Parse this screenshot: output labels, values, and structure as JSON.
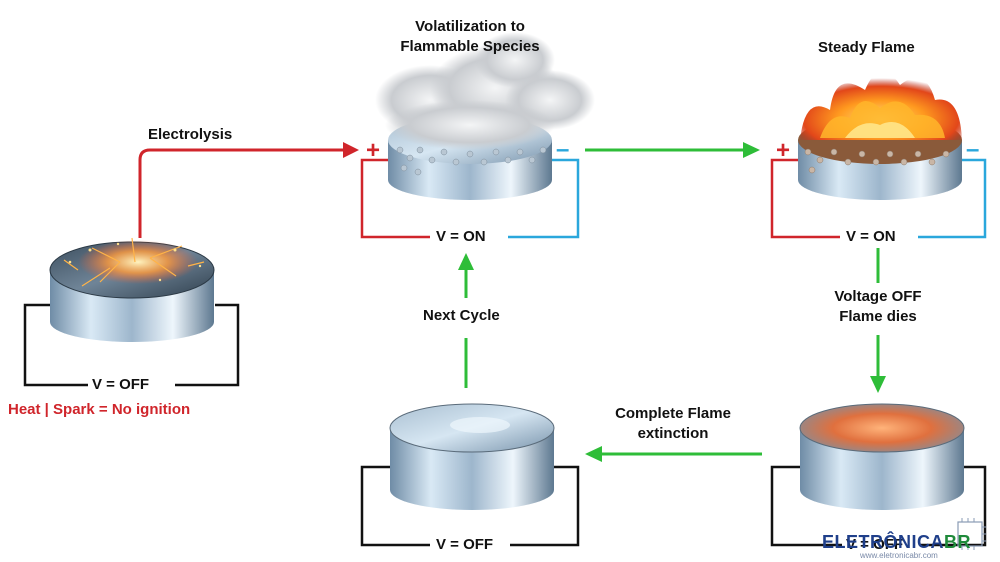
{
  "colors": {
    "positive": "#d0252b",
    "negative": "#2aa7dc",
    "flow_arrow": "#2ebd38",
    "electrolysis_arrow": "#d0252b"
  },
  "labels": {
    "electrolysis": "Electrolysis",
    "volatilization_line1": "Volatilization to",
    "volatilization_line2": "Flammable Species",
    "steady_flame": "Steady Flame",
    "voltage_off_line1": "Voltage OFF",
    "voltage_off_line2": "Flame dies",
    "complete_extinction_line1": "Complete Flame",
    "complete_extinction_line2": "extinction",
    "next_cycle": "Next Cycle",
    "heat_spark": "Heat | Spark =  No ignition"
  },
  "stages": [
    {
      "state": "V = OFF"
    },
    {
      "state": "V = ON",
      "plus": "+",
      "minus": "–"
    },
    {
      "state": "V = ON",
      "plus": "+",
      "minus": "–"
    },
    {
      "state": "V = OFF"
    },
    {
      "state": "V = OFF"
    }
  ],
  "watermark": {
    "brand": "ELETRÔNICA",
    "brand_suffix": "BR",
    "url": "www.eletronicabr.com"
  }
}
